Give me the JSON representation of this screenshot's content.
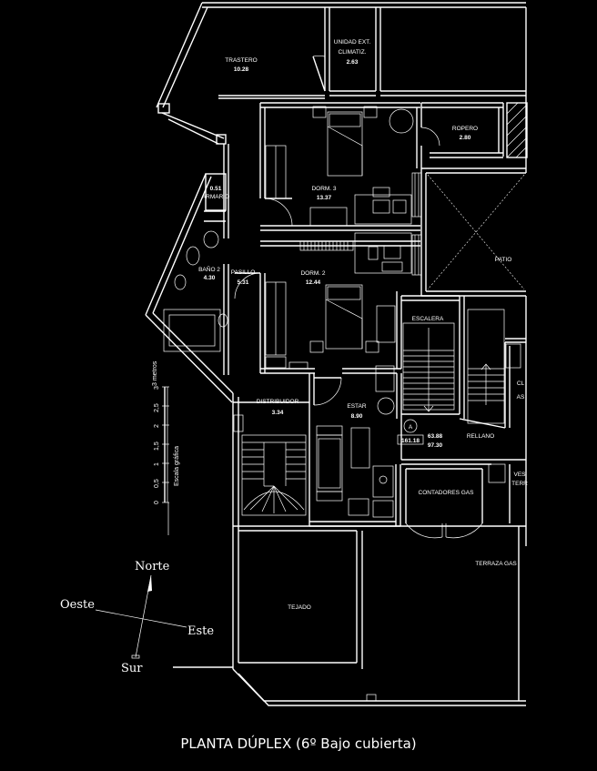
{
  "title": "PLANTA DÚPLEX (6º Bajo cubierta)",
  "rooms": [
    {
      "id": "trastero",
      "name": "TRASTERO",
      "area": "10.28"
    },
    {
      "id": "unidad",
      "name": "UNIDAD EXT.",
      "name2": "CLIMATIZ.",
      "area": "2.63"
    },
    {
      "id": "ropero",
      "name": "ROPERO",
      "area": "2.80"
    },
    {
      "id": "dorm3",
      "name": "DORM. 3",
      "area": "13.37"
    },
    {
      "id": "armario",
      "name": "ARMARIO",
      "area": "0.51"
    },
    {
      "id": "bano2",
      "name": "BAÑO 2",
      "area": "4.30"
    },
    {
      "id": "pasillo",
      "name": "PASILLO",
      "area": "5.31"
    },
    {
      "id": "dorm2",
      "name": "DORM. 2",
      "area": "12.44"
    },
    {
      "id": "patio",
      "name": "PATIO",
      "area": ""
    },
    {
      "id": "escalera",
      "name": "ESCALERA",
      "area": ""
    },
    {
      "id": "distribuidor",
      "name": "DISTRIBUIDOR",
      "area": "3.34"
    },
    {
      "id": "estar",
      "name": "ESTAR",
      "area": "8.90"
    },
    {
      "id": "rellano",
      "name": "RELLANO",
      "area": ""
    },
    {
      "id": "contadores",
      "name": "CONTADORES GAS",
      "area": ""
    },
    {
      "id": "terrazagas",
      "name": "TERRAZA GAS",
      "area": ""
    },
    {
      "id": "tejado",
      "name": "TEJADO",
      "area": ""
    }
  ],
  "partial_labels": [
    "CL",
    "AS",
    "VES",
    "TERR"
  ],
  "area_summary": {
    "marker": "A",
    "total": "161.18",
    "value1": "63.88",
    "value2": "97.30"
  },
  "scale_bar": {
    "title": "Escala gráfica",
    "unit": "3 metros",
    "ticks": [
      "0",
      "0,5",
      "1",
      "1,5",
      "2",
      "2,5",
      "3"
    ]
  },
  "compass": {
    "north": "Norte",
    "south": "Sur",
    "east": "Este",
    "west": "Oeste"
  },
  "colors": {
    "background": "#000000",
    "lines": "#ffffff"
  }
}
